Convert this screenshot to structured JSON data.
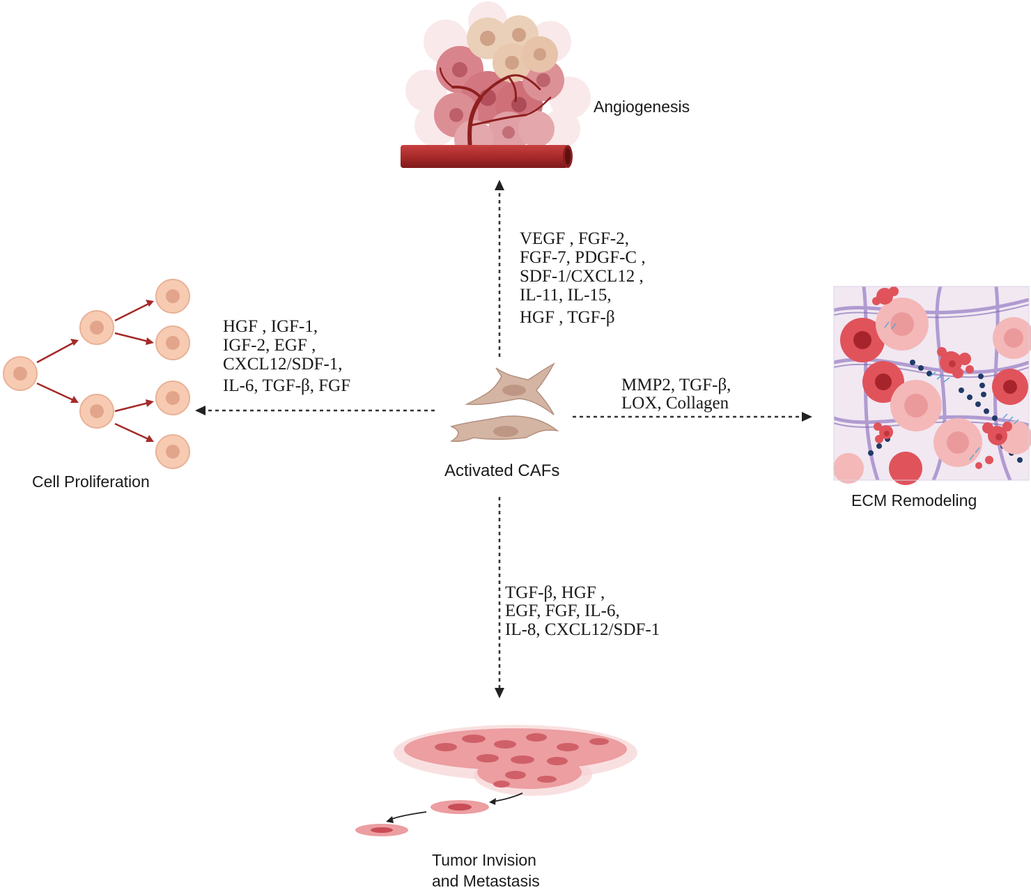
{
  "center": {
    "label": "Activated CAFs"
  },
  "angiogenesis": {
    "label": "Angiogenesis",
    "factors": [
      "VEGF , FGF-2,",
      "FGF-7,   PDGF-C ,",
      "SDF-1/CXCL12 ,",
      "IL-11, IL-15,",
      "HGF , TGF-β"
    ]
  },
  "proliferation": {
    "label": "Cell Proliferation",
    "factors": [
      "HGF ,   IGF-1,",
      "IGF-2,  EGF ,",
      "CXCL12/SDF-1,",
      "IL-6,   TGF-β, FGF"
    ]
  },
  "ecm": {
    "label": "ECM Remodeling",
    "factors": [
      "MMP2, TGF-β,",
      "LOX, Collagen"
    ]
  },
  "metastasis": {
    "label_line1": "Tumor Invision",
    "label_line2": "and Metastasis",
    "factors": [
      "TGF-β,   HGF ,",
      "EGF,    FGF, IL-6,",
      "IL-8, CXCL12/SDF-1"
    ]
  },
  "colors": {
    "arrow_dashed": "#333333",
    "division_arrow": "#a52a2a",
    "cell": "#f7cbb2",
    "vessel": "#a02828",
    "tumor": "#e58a8a",
    "caf": "#d4b4a3"
  }
}
